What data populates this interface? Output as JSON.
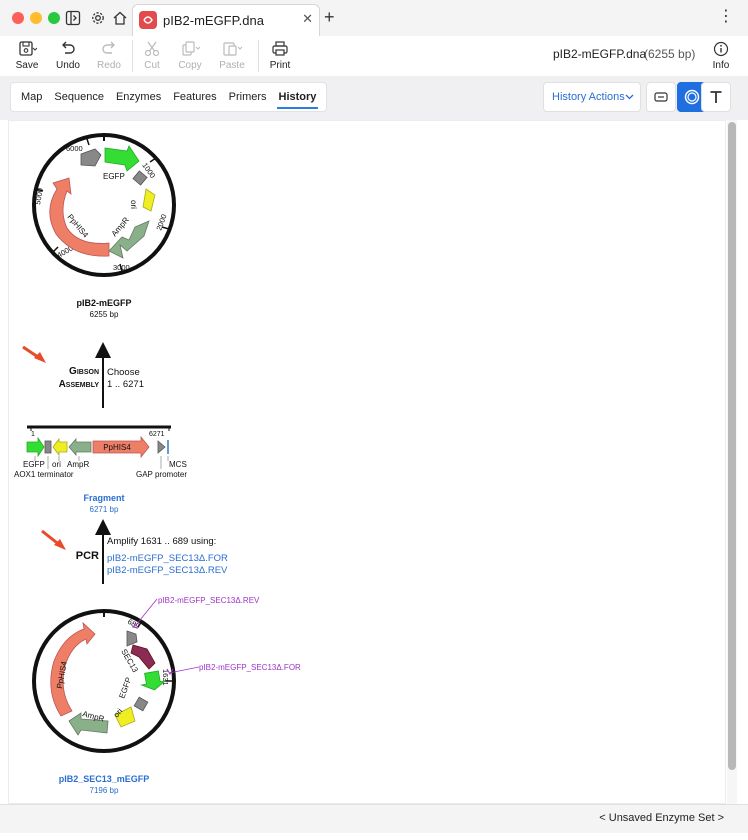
{
  "window": {
    "tab_title": "pIB2-mEGFP.dna",
    "tab_close": "✕",
    "new_tab": "+",
    "menu": "⋮"
  },
  "toolbar": {
    "save": "Save",
    "undo": "Undo",
    "redo": "Redo",
    "cut": "Cut",
    "copy": "Copy",
    "paste": "Paste",
    "print": "Print",
    "info": "Info",
    "doc_title": "pIB2-mEGFP.dna",
    "doc_size": "(6255 bp)"
  },
  "view_tabs": [
    "Map",
    "Sequence",
    "Enzymes",
    "Features",
    "Primers",
    "History"
  ],
  "active_tab": "History",
  "history_actions": "History Actions",
  "history": {
    "top_map": {
      "name": "pIB2-mEGFP",
      "size": "6255 bp",
      "ticks": [
        "6000",
        "1000",
        "2000",
        "3000",
        "4000",
        "5000"
      ],
      "features": [
        "EGFP",
        "ori",
        "AmpR",
        "PpHIS4"
      ]
    },
    "step1": {
      "operation_line1": "Gibson",
      "operation_line2": "Assembly",
      "detail_line1": "Choose",
      "detail_line2": "1 .. 6271"
    },
    "fragment": {
      "name": "Fragment",
      "size": "6271 bp",
      "start": "1",
      "end": "6271",
      "labels": [
        "PpHIS4",
        "EGFP",
        "ori",
        "AmpR",
        "AOX1 terminator",
        "MCS",
        "GAP promoter"
      ]
    },
    "step2": {
      "operation": "PCR",
      "detail": "Amplify 1631 .. 689 using:",
      "primer_for": "pIB2-mEGFP_SEC13Δ.FOR",
      "primer_rev": "pIB2-mEGFP_SEC13Δ.REV"
    },
    "bottom_map": {
      "name": "pIB2_SEC13_mEGFP",
      "size": "7196 bp",
      "ticks": [
        "689",
        "1631"
      ],
      "features": [
        "PpHIS4",
        "SEC13",
        "EGFP",
        "ori",
        "AmpR"
      ],
      "primer_rev_label": "pIB2-mEGFP_SEC13Δ.REV",
      "primer_for_label": "pIB2-mEGFP_SEC13Δ.FOR"
    }
  },
  "status": {
    "enzyme_set": "< Unsaved Enzyme Set >"
  },
  "colors": {
    "accent": "#2a7de1",
    "link": "#2a6ed1",
    "primer": "#a033c8",
    "egfp": "#33dd33",
    "ori": "#eeee22",
    "ampr": "#8ab08a",
    "pphis4": "#ee7e66",
    "sec13": "#8a2a55",
    "annotation_arrow": "#e84a2a"
  }
}
